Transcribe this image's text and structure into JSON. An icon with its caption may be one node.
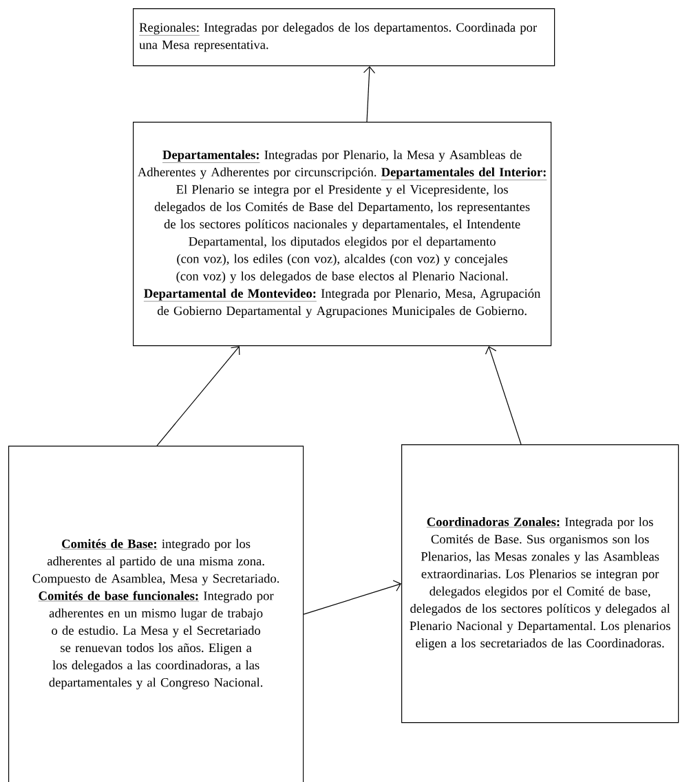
{
  "diagram": {
    "nodes": [
      {
        "text": [
          "Regionales:",
          "Integradas por delegados de los departamentos. Coordinada por una Mesa representativa."
        ]
      },
      {
        "text": [
          "Departamentales:",
          "Integradas por Plenario, la Mesa y Asambleas de Adherentes y Adherentes por circunscripción.",
          "Departamentales del Interior:",
          "El Plenario se integra por el Presidente y el Vicepresidente, los delegados de los Comités de Base del Departamento, los representantes de los sectores políticos nacionales y departamentales, el Intendente Departamental, los diputados elegidos por el departamento (con voz), los ediles (con voz), alcaldes (con voz) y concejales (con voz) y los delegados de base electos al Plenario Nacional.",
          "Departamental de Montevideo:",
          "Integrada por Plenario, Mesa, Agrupación de Gobierno Departamental y Agrupaciones Municipales de Gobierno."
        ]
      },
      {
        "text": [
          "Comités de Base:",
          "integrado por los adherentes al partido de una misma zona. Compuesto de Asamblea, Mesa y Secretariado.",
          "Comités de base funcionales:",
          "Integrado por adherentes en un mismo lugar de trabajo o de estudio. La Mesa y el Secretariado se renuevan todos los años. Eligen a los delegados a las coordinadoras, a las departamentales y al Congreso Nacional."
        ]
      },
      {
        "text": [
          "Coordinadoras Zonales:",
          "Integrada por los Comités de Base. Sus organismos son los Plenarios, las Mesas zonales y las Asambleas extraordinarias. Los Plenarios se integran por delegados elegidos por el Comité de base, delegados de los sectores políticos y delegados al Plenario Nacional y Departamental. Los plenarios eligen a los secretariados de las Coordinadoras."
        ]
      }
    ],
    "edges": [
      {
        "from": 1,
        "to": 0,
        "arrow": "to"
      },
      {
        "from": 2,
        "to": 1,
        "arrow": "to"
      },
      {
        "from": 3,
        "to": 1,
        "arrow": "to"
      },
      {
        "from": 2,
        "to": 3,
        "arrow": "to"
      }
    ]
  }
}
